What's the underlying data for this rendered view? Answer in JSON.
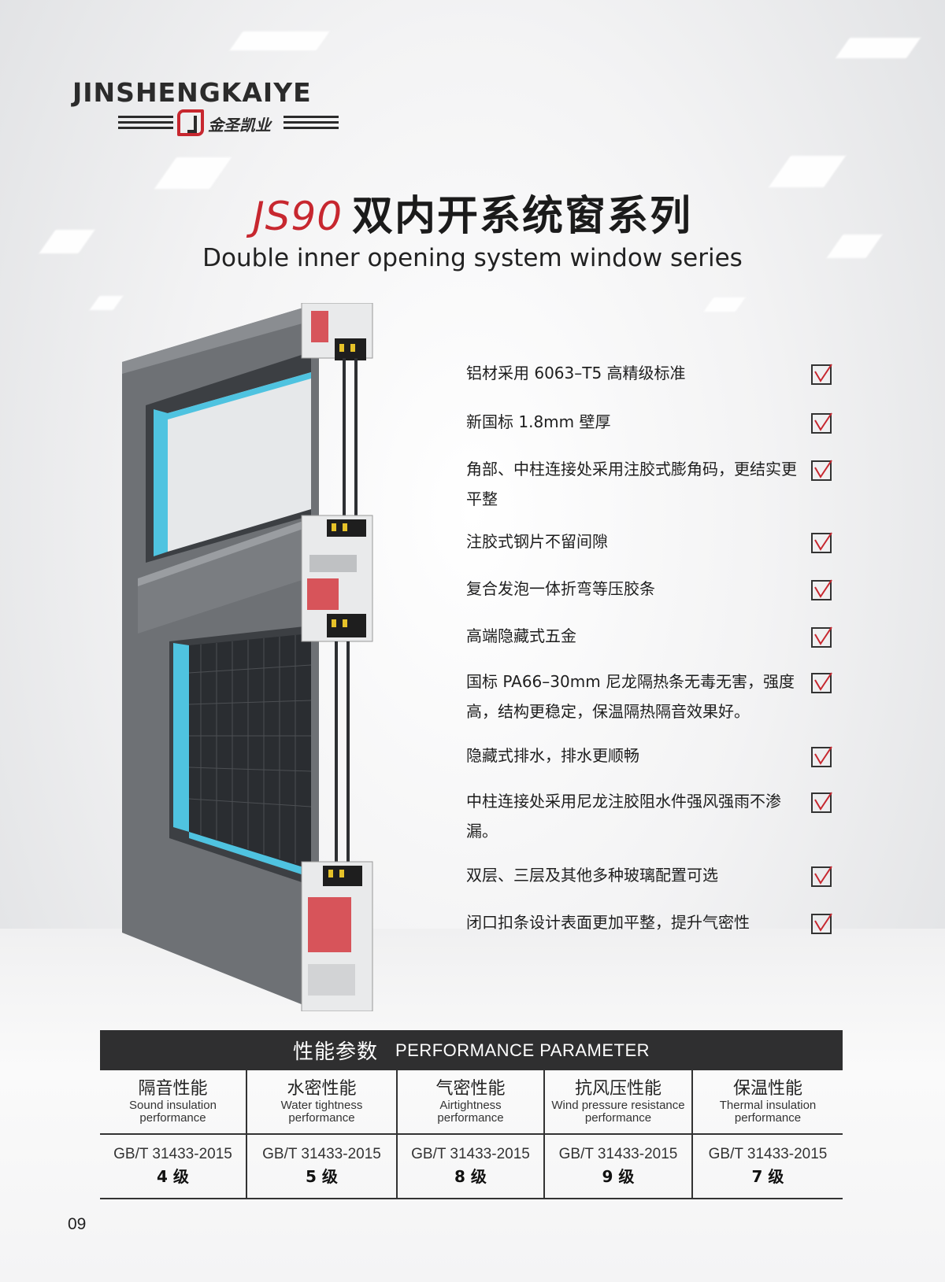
{
  "brand": {
    "name": "JINSHENGKAIYE",
    "name_cn": "金圣凯业"
  },
  "title": {
    "code": "JS90",
    "cn": "双内开系统窗系列",
    "en": "Double inner opening system window series"
  },
  "features": [
    {
      "text": "铝材采用 6063–T5 高精级标准",
      "checked": true
    },
    {
      "text": "新国标 1.8mm 壁厚",
      "checked": true
    },
    {
      "text": "角部、中柱连接处采用注胶式膨角码，更结实更平整",
      "checked": true
    },
    {
      "text": "注胶式钢片不留间隙",
      "checked": true
    },
    {
      "text": "复合发泡一体折弯等压胶条",
      "checked": true
    },
    {
      "text": "高端隐藏式五金",
      "checked": true
    },
    {
      "text": "国标 PA66–30mm 尼龙隔热条无毒无害，强度高，结构更稳定，保温隔热隔音效果好。",
      "checked": true
    },
    {
      "text": "隐藏式排水，排水更顺畅",
      "checked": true
    },
    {
      "text": "中柱连接处采用尼龙注胶阻水件强风强雨不渗漏。",
      "checked": true
    },
    {
      "text": "双层、三层及其他多种玻璃配置可选",
      "checked": true
    },
    {
      "text": "闭口扣条设计表面更加平整，提升气密性",
      "checked": true
    }
  ],
  "performance": {
    "title_cn": "性能参数",
    "title_en": "PERFORMANCE PARAMETER",
    "columns": [
      {
        "cn": "隔音性能",
        "en1": "Sound insulation",
        "en2": "performance",
        "standard": "GB/T 31433-2015",
        "grade": "4 级"
      },
      {
        "cn": "水密性能",
        "en1": "Water tightness",
        "en2": "performance",
        "standard": "GB/T 31433-2015",
        "grade": "5 级"
      },
      {
        "cn": "气密性能",
        "en1": "Airtightness",
        "en2": "performance",
        "standard": "GB/T 31433-2015",
        "grade": "8 级"
      },
      {
        "cn": "抗风压性能",
        "en1": "Wind pressure resistance",
        "en2": "performance",
        "standard": "GB/T 31433-2015",
        "grade": "9 级"
      },
      {
        "cn": "保温性能",
        "en1": "Thermal insulation",
        "en2": "performance",
        "standard": "GB/T 31433-2015",
        "grade": "7 级"
      }
    ]
  },
  "page_number": "09",
  "colors": {
    "accent_red": "#c7272f",
    "frame_gray": "#6b6e72",
    "seal_blue": "#4fc3e0",
    "header_dark": "#2f2f30"
  }
}
